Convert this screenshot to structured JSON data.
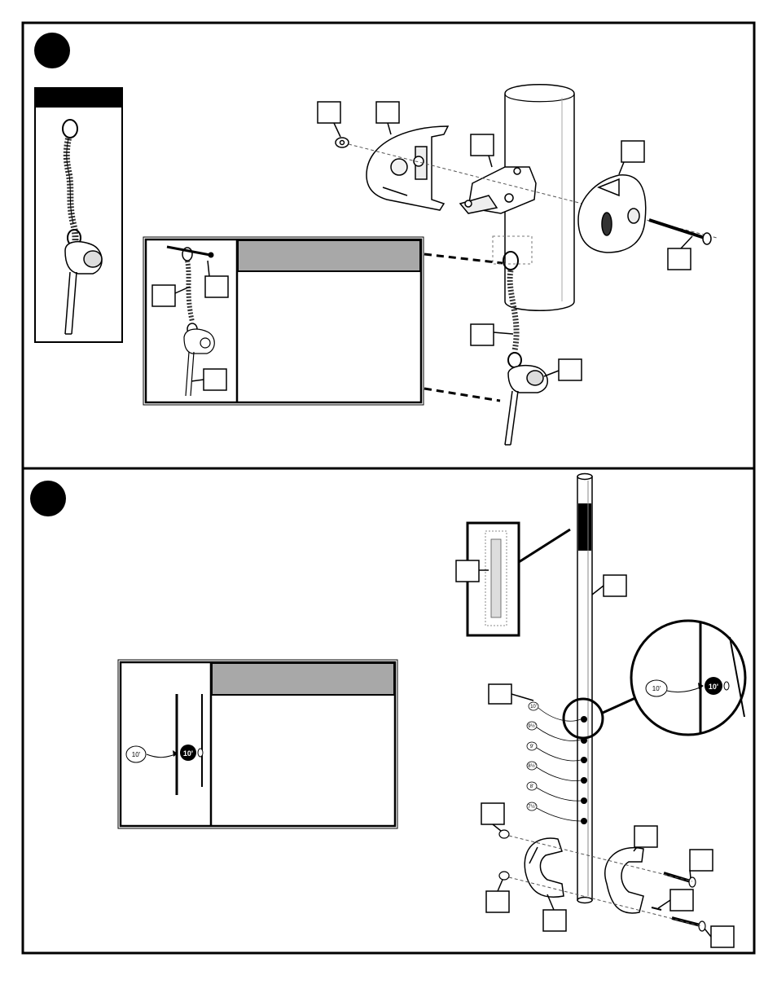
{
  "page": {
    "background": "#ffffff",
    "ink": "#000000",
    "shade": "#a8a8a8"
  },
  "panel_top": {
    "step_number": "",
    "parts_box": {
      "header": ""
    },
    "callout_box": {
      "header": "",
      "body": ""
    },
    "part_tags": [
      "",
      "",
      "",
      "",
      "",
      "",
      "",
      "",
      "",
      ""
    ]
  },
  "panel_bottom": {
    "step_number": "",
    "height_marker": "10'",
    "callout_box": {
      "header": "",
      "body": ""
    },
    "pole_height_markers": [
      "10'",
      "9½'",
      "9'",
      "8½'",
      "8'",
      "7½'"
    ],
    "part_tags": [
      "",
      "",
      "",
      "",
      "",
      "",
      "",
      "",
      "",
      ""
    ]
  }
}
